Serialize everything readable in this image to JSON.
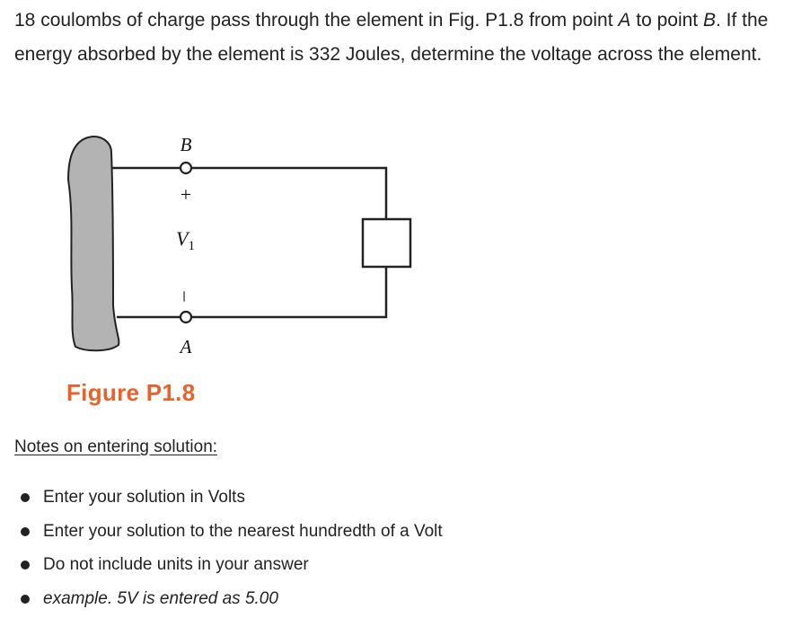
{
  "problem": {
    "part1": "18 coulombs of charge pass through the element in Fig. P1.8 from point ",
    "pointA": "A",
    "part2": " to point ",
    "pointB": "B",
    "part3": ". If the energy absorbed by the element is 332 Joules, determine the voltage across the element."
  },
  "figure": {
    "label_top": "B",
    "label_bottom": "A",
    "plus": "+",
    "minus": "–",
    "voltage_symbol": "V",
    "voltage_subscript": "1",
    "caption": "Figure P1.8"
  },
  "notes": {
    "title": "Notes on entering solution:",
    "items": [
      "Enter your solution in Volts",
      "Enter your solution to the nearest hundredth of a Volt",
      "Do not include units in your answer",
      "example. 5V is entered as 5.00"
    ]
  },
  "colors": {
    "caption": "#e8622a",
    "blob_fill": "#b3b3b3",
    "text": "#222222"
  }
}
